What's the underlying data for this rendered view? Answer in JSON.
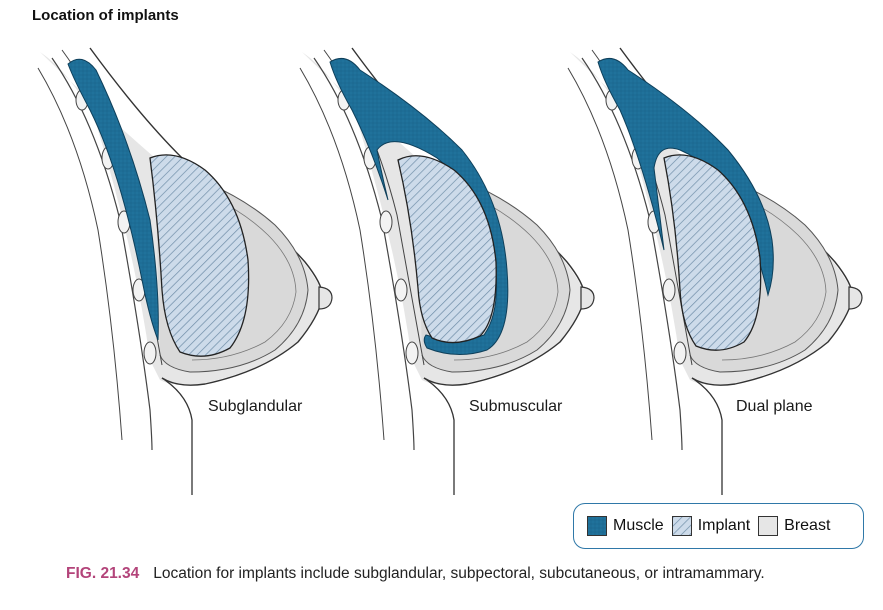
{
  "title": "Location of implants",
  "panels": [
    {
      "label": "Subglandular"
    },
    {
      "label": "Submuscular"
    },
    {
      "label": "Dual plane"
    }
  ],
  "legend": [
    {
      "label": "Muscle",
      "icon": "muscle-swatch",
      "color": "#1e6e97"
    },
    {
      "label": "Implant",
      "icon": "implant-swatch",
      "color": "#c9d9e8"
    },
    {
      "label": "Breast",
      "icon": "breast-swatch",
      "color": "#e6e6e6"
    }
  ],
  "caption": {
    "fig_number": "FIG. 21.34",
    "text": "Location for implants include subglandular, subpectoral, subcutaneous, or intramammary."
  },
  "colors": {
    "muscle": "#1e6e97",
    "implant": "#c9d9e8",
    "breast": "#e6e6e6",
    "fig_accent": "#b3447a",
    "legend_border": "#2f78a8"
  }
}
